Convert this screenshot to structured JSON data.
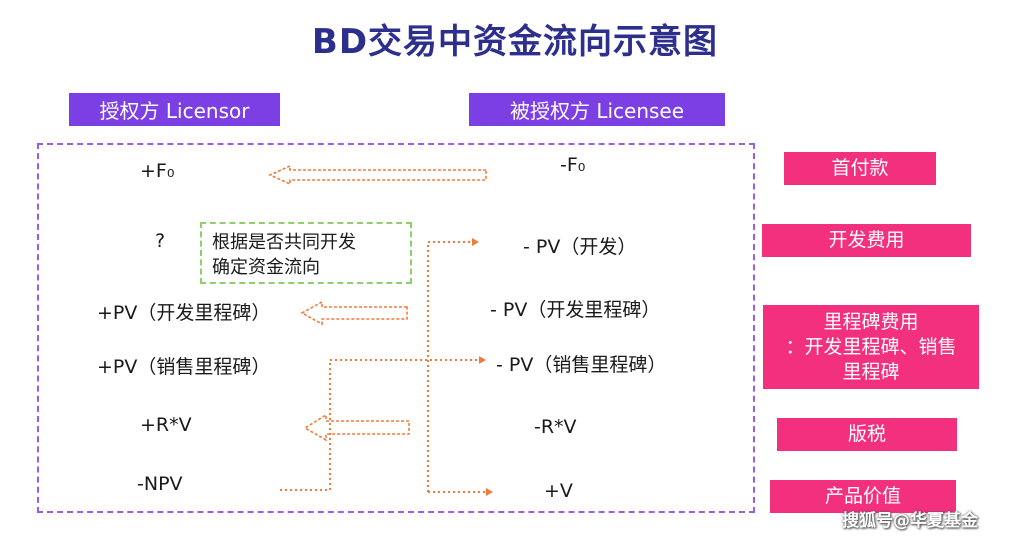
{
  "title": "BD交易中资金流向示意图",
  "headers": {
    "licensor": "授权方 Licensor",
    "licensee": "被授权方 Licensee"
  },
  "note": [
    "根据是否共同开发",
    "确定资金流向"
  ],
  "licensor_items": {
    "f0": "+F₀",
    "question": "?",
    "pv_dev_milestone": "+PV（开发里程碑）",
    "pv_sales_milestone": "+PV（销售里程碑）",
    "rv": "+R*V",
    "npv": "-NPV"
  },
  "licensee_items": {
    "f0": "-F₀",
    "pv_dev": "- PV（开发）",
    "pv_dev_milestone": "- PV（开发里程碑）",
    "pv_sales_milestone": "- PV（销售里程碑）",
    "rv": "-R*V",
    "v": "+V"
  },
  "tags": {
    "upfront": "首付款",
    "dev_cost": "开发费用",
    "milestone": [
      "里程碑费用",
      "：开发里程碑、销售",
      "里程碑"
    ],
    "royalty": "版税",
    "product_value": "产品价值"
  },
  "watermark": "搜狐号@华夏基金",
  "colors": {
    "title": "#2d2f8c",
    "header_bg": "#7b3fe4",
    "tag_bg": "#f2307d",
    "frame_border": "#9b5ce8",
    "note_border": "#8fce6b",
    "arrow": "#f07a3a"
  }
}
